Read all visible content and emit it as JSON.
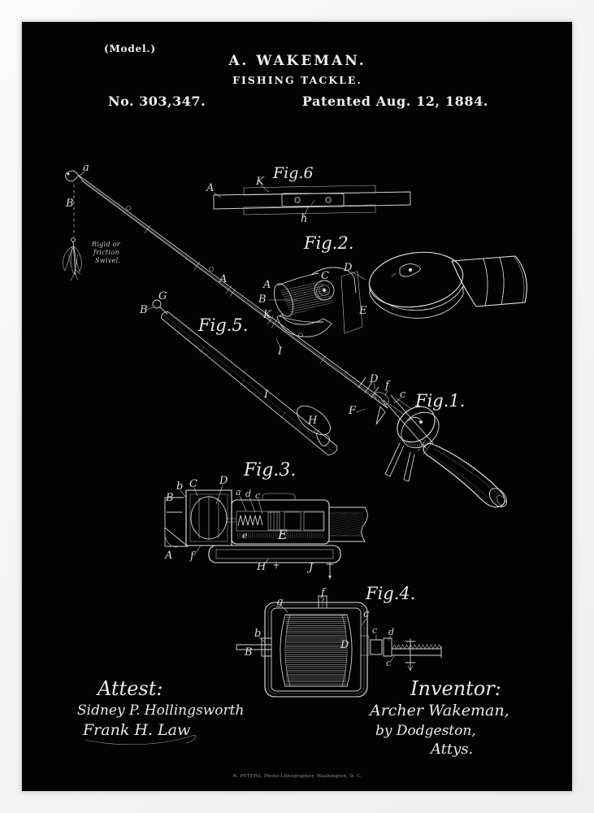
{
  "header": {
    "model": "(Model.)",
    "inventor_name": "A. WAKEMAN.",
    "invention_title": "FISHING TACKLE.",
    "patent_number": "No. 303,347.",
    "patent_date": "Patented Aug. 12, 1884."
  },
  "figures": {
    "fig1": {
      "title": "Fig.1.",
      "labels": [
        "a",
        "B",
        "A",
        "K",
        "I",
        "D",
        "f",
        "c",
        "F"
      ]
    },
    "fig2": {
      "title": "Fig.2.",
      "labels": [
        "D",
        "A",
        "B",
        "C",
        "E"
      ]
    },
    "fig3": {
      "title": "Fig.3.",
      "labels": [
        "b",
        "C",
        "D",
        "B",
        "a",
        "d",
        "c",
        "e",
        "E",
        "A",
        "f",
        "H",
        "J"
      ]
    },
    "fig4": {
      "title": "Fig.4.",
      "labels": [
        "g",
        "f",
        "c",
        "b",
        "B",
        "D",
        "c",
        "d",
        "c"
      ]
    },
    "fig5": {
      "title": "Fig.5.",
      "labels": [
        "G",
        "B",
        "I",
        "H"
      ]
    },
    "fig6": {
      "title": "Fig.6",
      "labels": [
        "A",
        "K",
        "h"
      ]
    }
  },
  "annotations": {
    "swivel_note": [
      "Rigid or",
      "friction",
      "Swivel."
    ]
  },
  "footer": {
    "attest_label": "Attest:",
    "attest_signatures": [
      "Sidney P. Hollingsworth",
      "Frank H. Law"
    ],
    "inventor_label": "Inventor:",
    "inventor_signatures": [
      "Archer Wakeman,",
      "by Dodgeston,",
      "Attys."
    ],
    "printer_credit": "N. PETERS, Photo-Lithographer, Washington, D. C."
  },
  "colors": {
    "frame": "#f6f6f6",
    "paper": "#030303",
    "ink": "#e8e8e8"
  }
}
